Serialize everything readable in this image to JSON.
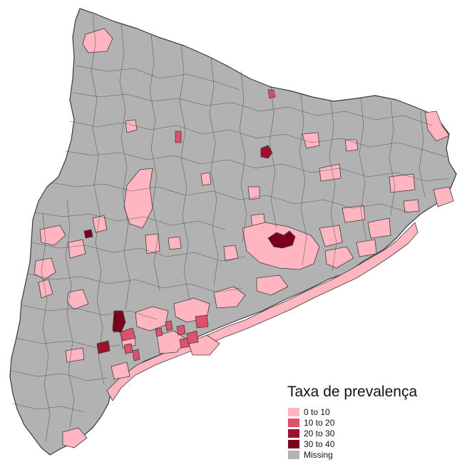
{
  "legend": {
    "title": "Taxa de prevalença",
    "items": [
      {
        "label": "0 to 10",
        "color": "#ffb6c1"
      },
      {
        "label": "10 to 20",
        "color": "#e0506a"
      },
      {
        "label": "20 to 30",
        "color": "#a0102c"
      },
      {
        "label": "30 to 40",
        "color": "#7a0020"
      },
      {
        "label": "Missing",
        "color": "#b2b2b2"
      }
    ]
  },
  "colors": {
    "missing": "#b2b2b2",
    "border": "#3d3d3d",
    "background": "#ffffff"
  }
}
